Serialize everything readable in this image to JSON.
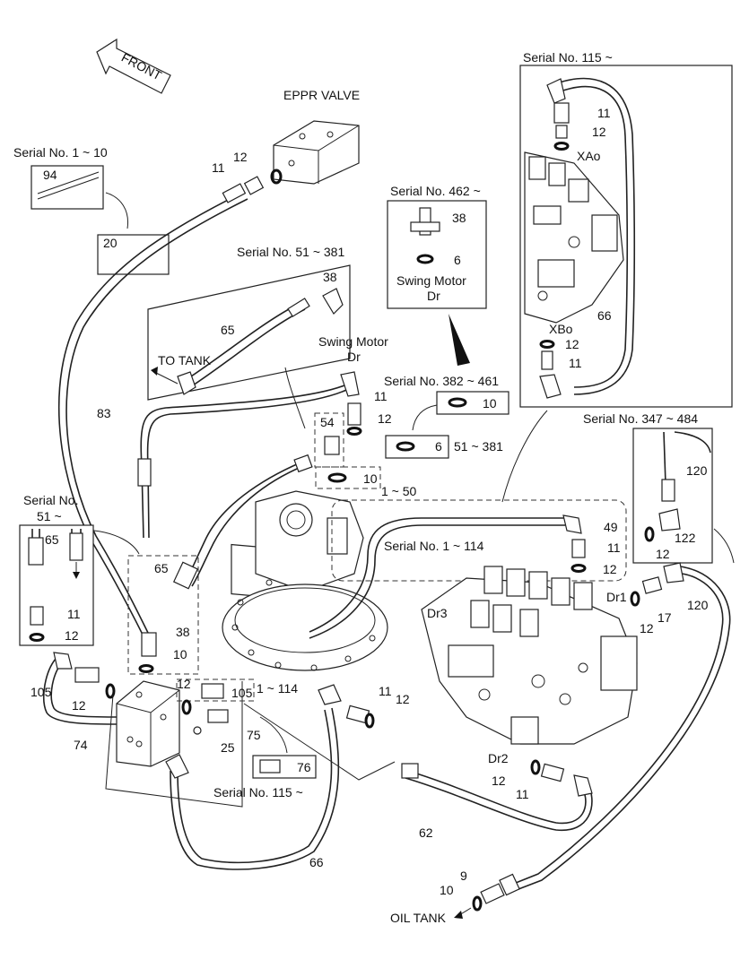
{
  "labels": {
    "front": "FRONT",
    "eppr_valve": "EPPR VALVE",
    "serial_1_10": "Serial No. 1 ~ 10",
    "serial_115": "Serial No. 115 ~",
    "serial_462": "Serial No. 462 ~",
    "serial_51_381": "Serial No. 51 ~  381",
    "serial_382_461": "Serial No. 382 ~ 461",
    "serial_347_484": "Serial No. 347 ~ 484",
    "serial_51_a": "Serial No.",
    "serial_51_b": "51 ~",
    "serial_1_114": "Serial No. 1 ~ 114",
    "serial_115_bottom": "Serial No. 115 ~",
    "to_tank": "TO TANK",
    "swing_motor_dr_1": "Swing Motor",
    "swing_motor_dr_2": "Dr",
    "swing_motor_dr_3": "Swing Motor",
    "swing_motor_dr_4": "Dr",
    "range_51_381": "51 ~ 381",
    "range_1_50": "1 ~ 50",
    "range_1_114": "1 ~ 114",
    "oil_tank": "OIL TANK",
    "xao": "XAo",
    "xbo": "XBo",
    "dr1": "Dr1",
    "dr2": "Dr2",
    "dr3": "Dr3"
  },
  "callouts": {
    "c94": "94",
    "c20": "20",
    "c11a": "11",
    "c12a": "12",
    "c38a": "38",
    "c65a": "65",
    "c83": "83",
    "c38b": "38",
    "c6a": "6",
    "c11b": "11",
    "c12b": "12",
    "c66a": "66",
    "c12c": "12",
    "c11c": "11",
    "c10a": "10",
    "c11d": "11",
    "c12d": "12",
    "c54": "54",
    "c6b": "6",
    "c10b": "10",
    "c49": "49",
    "c11e": "11",
    "c12e": "12",
    "c120a": "120",
    "c122": "122",
    "c12f": "12",
    "c120b": "120",
    "c17": "17",
    "c12g": "12",
    "c65b": "65",
    "c65c": "65",
    "c11f": "11",
    "c12h": "12",
    "c38c": "38",
    "c10c": "10",
    "c105a": "105",
    "c12i": "12",
    "c12j": "12",
    "c105b": "105",
    "c74": "74",
    "c25": "25",
    "c75": "75",
    "c76": "76",
    "c11g": "11",
    "c12k": "12",
    "c12l": "12",
    "c11h": "11",
    "c62": "62",
    "c66b": "66",
    "c9": "9",
    "c10d": "10"
  }
}
